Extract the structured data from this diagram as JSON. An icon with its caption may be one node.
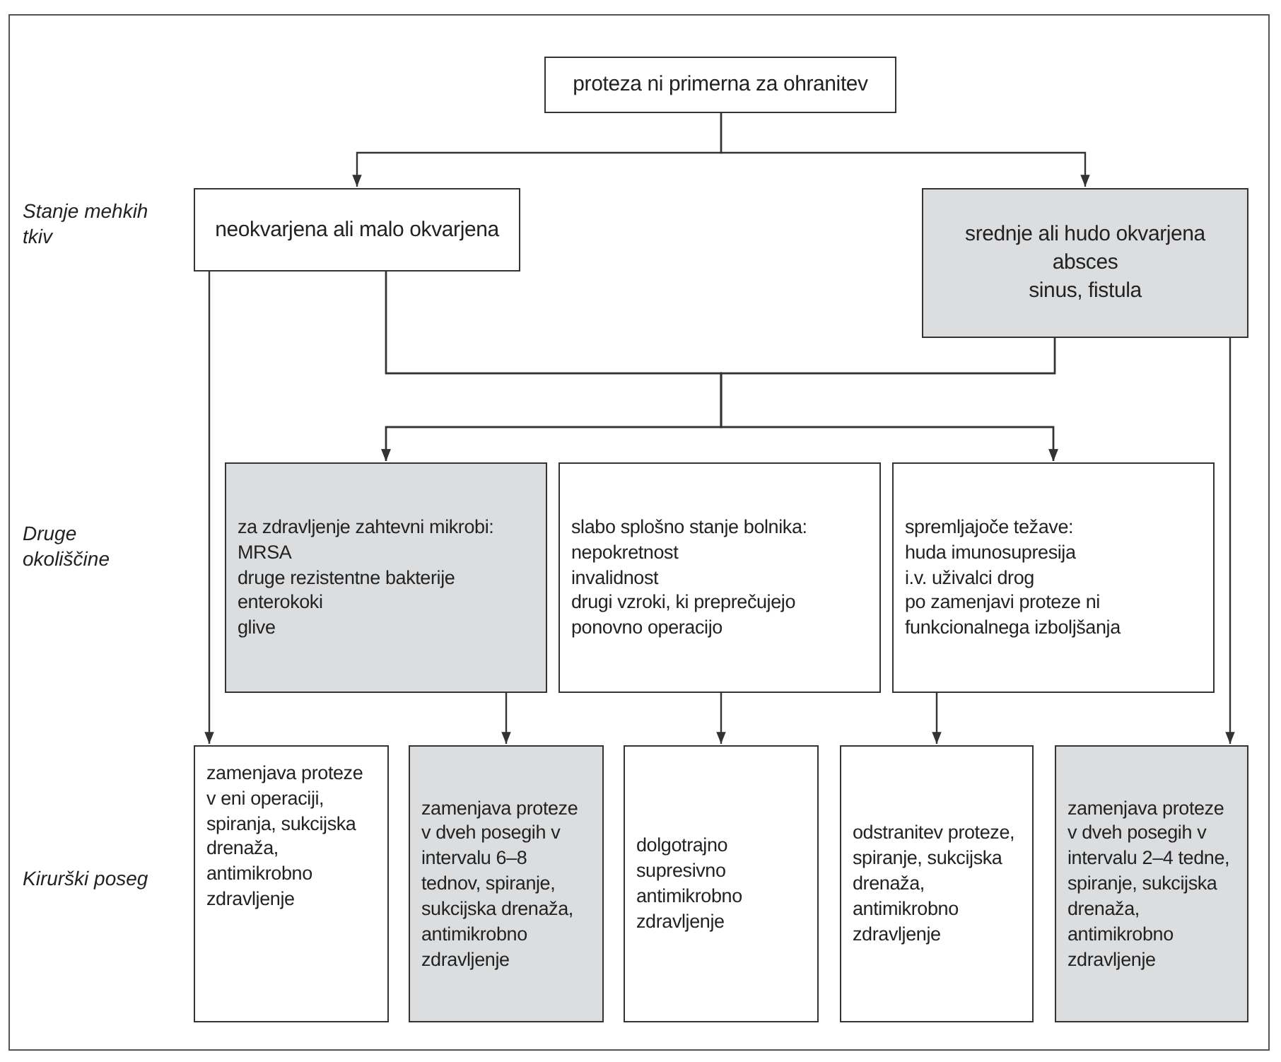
{
  "diagram": {
    "nodes": [
      {
        "text": [
          "proteza ni primerna za ohranitev"
        ]
      },
      {
        "text": [
          "neokvarjena ali malo okvarjena"
        ]
      },
      {
        "text": [
          "srednje ali hudo okvarjena",
          "absces",
          "sinus, fistula"
        ]
      },
      {
        "text": [
          "za zdravljenje zahtevni mikrobi:",
          "MRSA",
          "druge rezistentne bakterije",
          "enterokoki",
          "glive"
        ]
      },
      {
        "text": [
          "slabo splošno stanje bolnika:",
          "nepokretnost",
          "invalidnost",
          "drugi vzroki, ki preprečujejo ponovno operacijo"
        ]
      },
      {
        "text": [
          "spremljajoče težave:",
          "huda imunosupresija",
          "i.v. uživalci drog",
          "po zamenjavi proteze ni funkcionalnega izboljšanja"
        ]
      },
      {
        "text": [
          "zamenjava proteze v eni operaciji, spiranja, sukcijska drenaža, antimikrobno zdravljenje"
        ]
      },
      {
        "text": [
          "zamenjava proteze v dveh posegih v intervalu 6–8 tednov, spiranje, sukcijska drenaža, antimikrobno zdravljenje"
        ]
      },
      {
        "text": [
          "dolgotrajno supresivno antimikrobno zdravljenje"
        ]
      },
      {
        "text": [
          "odstranitev proteze, spiranje, sukcijska drenaža, antimikrobno zdravljenje"
        ]
      },
      {
        "text": [
          "zamenjava proteze v dveh posegih v intervalu 2–4 tedne, spiranje, sukcijska drenaža, antimikrobno zdravljenje"
        ]
      }
    ],
    "edges": [
      {
        "from": 0,
        "to": 1,
        "arrow": "to"
      },
      {
        "from": 0,
        "to": 2,
        "arrow": "to"
      },
      {
        "from": 1,
        "to": 6,
        "arrow": "to"
      },
      {
        "from": 2,
        "to": 10,
        "arrow": "to"
      },
      {
        "from": 1,
        "to": 3,
        "arrow": "to"
      },
      {
        "from": 1,
        "to": 5,
        "arrow": "to"
      },
      {
        "from": 2,
        "to": 3,
        "arrow": "to"
      },
      {
        "from": 2,
        "to": 5,
        "arrow": "to"
      },
      {
        "from": 3,
        "to": 7,
        "arrow": "to"
      },
      {
        "from": 4,
        "to": 8,
        "arrow": "to"
      },
      {
        "from": 5,
        "to": 9,
        "arrow": "to"
      }
    ],
    "labels": [
      "Stanje mehkih tkiv",
      "Druge okoliščine",
      "Kirurški poseg"
    ]
  }
}
